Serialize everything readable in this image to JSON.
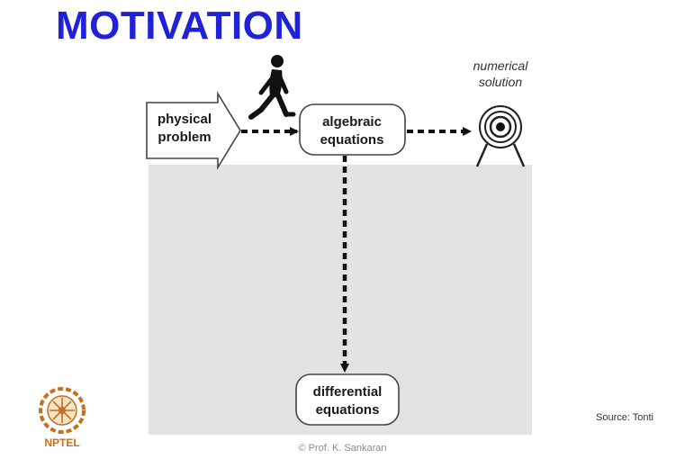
{
  "slide": {
    "title": "MOTIVATION",
    "copyright": "© Prof. K. Sankaran",
    "source": "Source: Tonti"
  },
  "diagram": {
    "physical_problem": [
      "physical",
      "problem"
    ],
    "algebraic_equations": [
      "algebraic",
      "equations"
    ],
    "numerical_solution": [
      "numerical",
      "solution"
    ],
    "differential_equations": [
      "differential",
      "equations"
    ]
  },
  "logo": {
    "text": "NPTEL"
  },
  "colors": {
    "title": "#1f22d6",
    "panel": "#e3e3e3",
    "logo": "#c4701e"
  },
  "icons": [
    "walking-person-icon",
    "target-icon",
    "nptel-logo-icon"
  ]
}
